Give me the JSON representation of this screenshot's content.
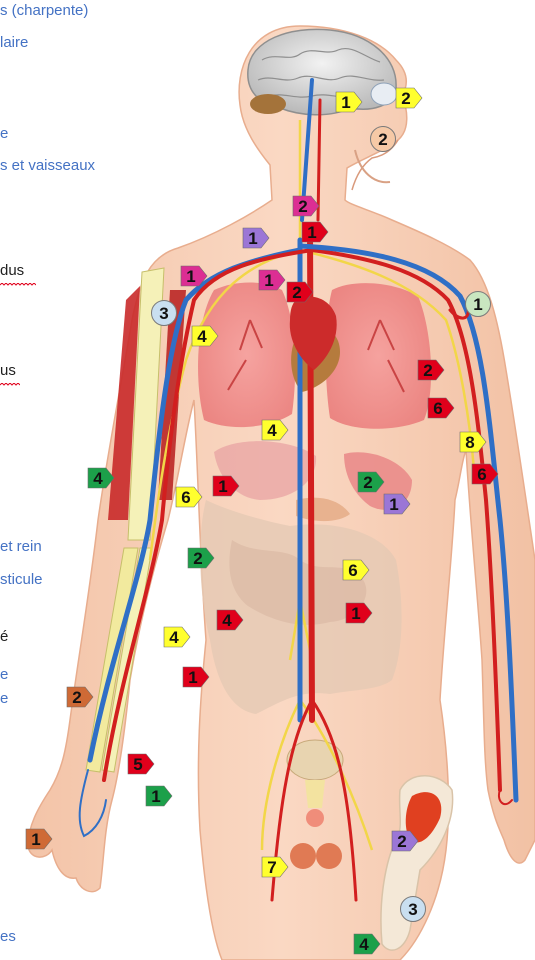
{
  "colors": {
    "red": "#e0001b",
    "yellow": "#ffff2e",
    "green": "#1ca04a",
    "purple": "#9b76d6",
    "magenta": "#dc2e93",
    "orange": "#cf6a35",
    "pale_green": "#c9e6c0",
    "pale_blue": "#c9dff0",
    "pale_orange": "#f6c9a6",
    "text_blue": "#4472c4",
    "text_dark": "#1f1f1f"
  },
  "side_labels": [
    {
      "text": "s (charpente)",
      "style": "blue"
    },
    {
      "text": "laire",
      "style": "blue"
    },
    {
      "text": "e",
      "style": "blue"
    },
    {
      "text": "s et vaisseaux",
      "style": "blue"
    },
    {
      "text": "dus",
      "style": "dark"
    },
    {
      "text": "us",
      "style": "dark"
    },
    {
      "text": "et rein",
      "style": "blue"
    },
    {
      "text": "sticule",
      "style": "blue"
    },
    {
      "text": "é",
      "style": "dark"
    },
    {
      "text": "e",
      "style": "blue"
    },
    {
      "text": "e",
      "style": "blue"
    },
    {
      "text": "es",
      "style": "blue"
    }
  ],
  "markers": [
    {
      "label": "1",
      "color": "yellow",
      "shape": "tag"
    },
    {
      "label": "2",
      "color": "yellow",
      "shape": "tag"
    },
    {
      "label": "2",
      "color": "pale_orange",
      "shape": "circle"
    },
    {
      "label": "2",
      "color": "magenta",
      "shape": "tag"
    },
    {
      "label": "1",
      "color": "purple",
      "shape": "tag"
    },
    {
      "label": "1",
      "color": "red",
      "shape": "tag"
    },
    {
      "label": "1",
      "color": "magenta",
      "shape": "tag"
    },
    {
      "label": "1",
      "color": "magenta",
      "shape": "tag"
    },
    {
      "label": "2",
      "color": "red",
      "shape": "tag"
    },
    {
      "label": "1",
      "color": "pale_green",
      "shape": "circle"
    },
    {
      "label": "3",
      "color": "pale_blue",
      "shape": "circle"
    },
    {
      "label": "4",
      "color": "yellow",
      "shape": "tag"
    },
    {
      "label": "2",
      "color": "red",
      "shape": "tag"
    },
    {
      "label": "6",
      "color": "red",
      "shape": "tag"
    },
    {
      "label": "4",
      "color": "yellow",
      "shape": "tag"
    },
    {
      "label": "8",
      "color": "yellow",
      "shape": "tag"
    },
    {
      "label": "6",
      "color": "red",
      "shape": "tag"
    },
    {
      "label": "4",
      "color": "green",
      "shape": "tag"
    },
    {
      "label": "6",
      "color": "yellow",
      "shape": "tag"
    },
    {
      "label": "1",
      "color": "red",
      "shape": "tag"
    },
    {
      "label": "2",
      "color": "green",
      "shape": "tag"
    },
    {
      "label": "1",
      "color": "purple",
      "shape": "tag"
    },
    {
      "label": "2",
      "color": "green",
      "shape": "tag"
    },
    {
      "label": "6",
      "color": "yellow",
      "shape": "tag"
    },
    {
      "label": "4",
      "color": "yellow",
      "shape": "tag"
    },
    {
      "label": "4",
      "color": "red",
      "shape": "tag"
    },
    {
      "label": "1",
      "color": "red",
      "shape": "tag"
    },
    {
      "label": "1",
      "color": "red",
      "shape": "tag"
    },
    {
      "label": "2",
      "color": "orange",
      "shape": "tag"
    },
    {
      "label": "5",
      "color": "red",
      "shape": "tag"
    },
    {
      "label": "1",
      "color": "green",
      "shape": "tag"
    },
    {
      "label": "1",
      "color": "orange",
      "shape": "tag"
    },
    {
      "label": "2",
      "color": "purple",
      "shape": "tag"
    },
    {
      "label": "7",
      "color": "yellow",
      "shape": "tag"
    },
    {
      "label": "3",
      "color": "pale_blue",
      "shape": "circle"
    },
    {
      "label": "4",
      "color": "green",
      "shape": "tag"
    }
  ]
}
